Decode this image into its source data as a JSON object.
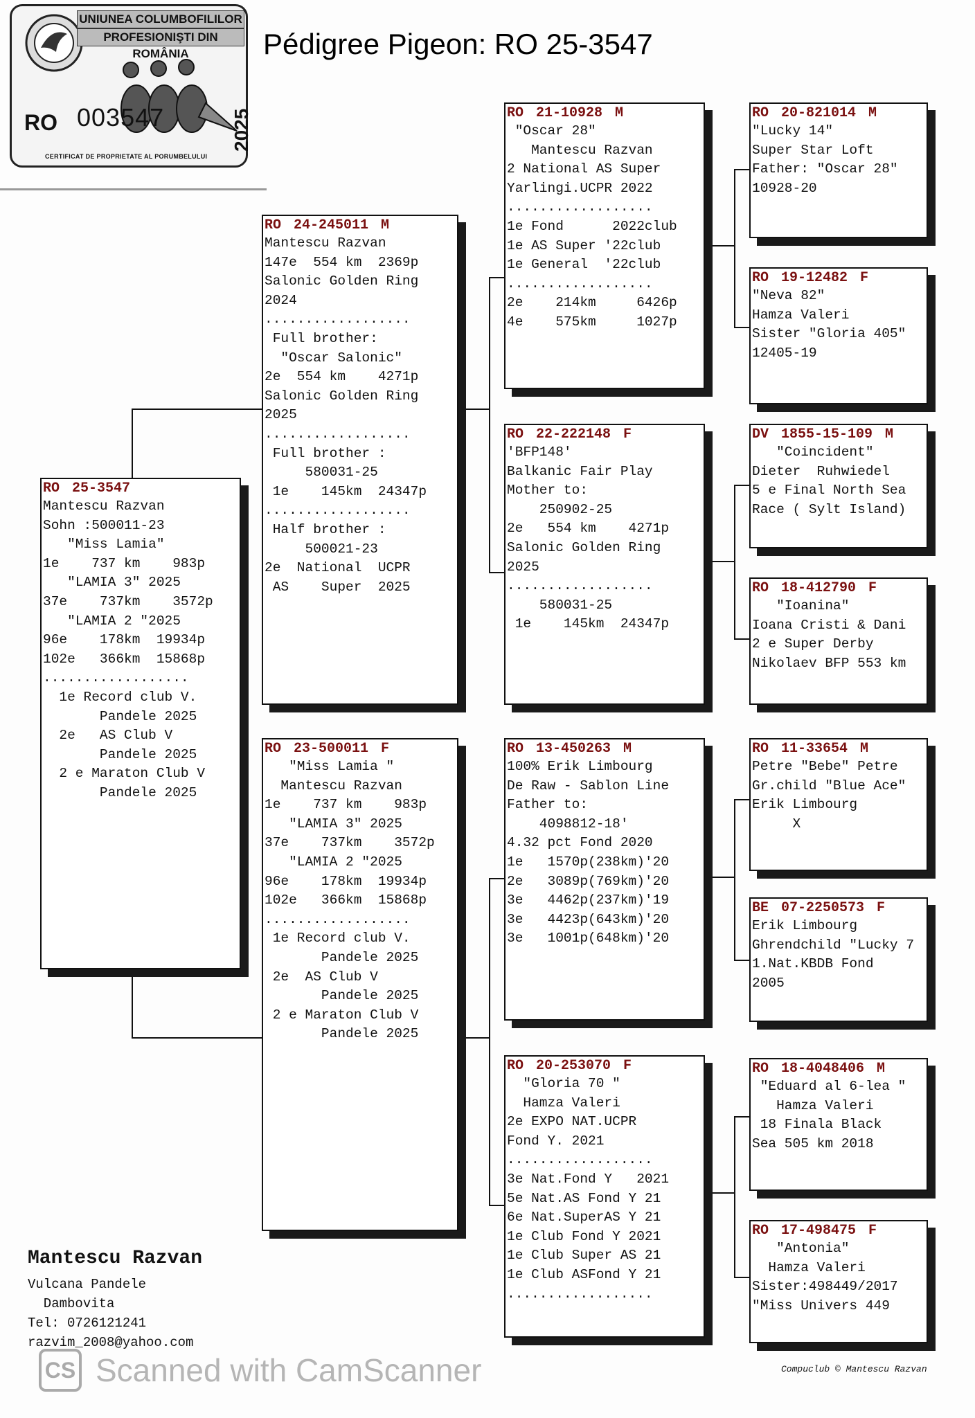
{
  "stamp": {
    "line1": "UNIUNEA COLUMBOFILILOR",
    "line2": "PROFESIONIŞTI DIN ROMÂNIA",
    "country": "RO",
    "number": "003547",
    "year": "2025",
    "certificate": "CERTIFICAT DE PROPRIETATE AL PORUMBELULUI"
  },
  "title": "Pédigree Pigeon: RO  25-3547",
  "boxes": {
    "main": {
      "country": "RO",
      "ring": "25-3547",
      "sex": "",
      "lines": [
        "",
        "Mantescu Razvan",
        "",
        "Sohn :500011-23",
        "   \"Miss Lamia\"",
        "1e    737 km    983p",
        "   \"LAMIA 3\" 2025",
        "37e    737km    3572p",
        "   \"LAMIA 2 \"2025",
        "96e    178km  19934p",
        "102e   366km  15868p",
        "..................",
        "  1e Record club V.",
        "       Pandele 2025",
        "  2e   AS Club V",
        "       Pandele 2025",
        "  2 e Maraton Club V",
        "       Pandele 2025"
      ]
    },
    "sire": {
      "country": "RO",
      "ring": "24-245011",
      "sex": "M",
      "lines": [
        "",
        "Mantescu Razvan",
        "",
        "147e  554 km  2369p",
        "Salonic Golden Ring",
        "2024",
        "..................",
        " Full brother:",
        "  \"Oscar Salonic\"",
        "2e  554 km    4271p",
        "Salonic Golden Ring",
        "2025",
        "..................",
        " Full brother :",
        "     580031-25",
        " 1e    145km  24347p",
        "..................",
        " Half brother :",
        "     500021-23",
        "2e  National  UCPR",
        " AS    Super  2025"
      ]
    },
    "dam": {
      "country": "RO",
      "ring": "23-500011",
      "sex": "F",
      "lines": [
        "   \"Miss Lamia \"",
        "  Mantescu Razvan",
        "",
        "",
        "1e    737 km    983p",
        "   \"LAMIA 3\" 2025",
        "37e    737km    3572p",
        "   \"LAMIA 2 \"2025",
        "96e    178km  19934p",
        "102e   366km  15868p",
        "..................",
        " 1e Record club V.",
        "       Pandele 2025",
        " 2e  AS Club V",
        "       Pandele 2025",
        " 2 e Maraton Club V",
        "       Pandele 2025"
      ]
    },
    "ss": {
      "country": "RO",
      "ring": "21-10928",
      "sex": "M",
      "lines": [
        " \"Oscar 28\"",
        "   Mantescu Razvan",
        "",
        "",
        "2 National AS Super",
        "Yarlingi.UCPR 2022",
        "..................",
        "1e Fond      2022club",
        "1e AS Super '22club",
        "1e General  '22club",
        "..................",
        "2e    214km     6426p",
        "4e    575km     1027p"
      ]
    },
    "sd": {
      "country": "RO",
      "ring": "22-222148",
      "sex": "F",
      "lines": [
        "'BFP148'",
        "Balkanic Fair Play",
        "",
        "",
        "Mother to:",
        "",
        "    250902-25",
        "2e   554 km    4271p",
        "Salonic Golden Ring",
        "2025",
        "..................",
        "    580031-25",
        " 1e    145km  24347p"
      ]
    },
    "ds": {
      "country": "RO",
      "ring": "13-450263",
      "sex": "M",
      "lines": [
        "100% Erik Limbourg",
        "De Raw - Sablon Line",
        "",
        "Father to:",
        "    4098812-18'",
        "",
        "4.32 pct Fond 2020",
        "",
        "1e   1570p(238km)'20",
        "2e   3089p(769km)'20",
        "3e   4462p(237km)'19",
        "3e   4423p(643km)'20",
        "3e   1001p(648km)'20"
      ]
    },
    "dd": {
      "country": "RO",
      "ring": "20-253070",
      "sex": "F",
      "lines": [
        "  \"Gloria 70 \"",
        "  Hamza Valeri",
        "",
        "2e EXPO NAT.UCPR",
        "Fond Y. 2021",
        "..................",
        "3e Nat.Fond Y   2021",
        "5e Nat.AS Fond Y 21",
        "6e Nat.SuperAS Y 21",
        "1e Club Fond Y 2021",
        "1e Club Super AS 21",
        "1e Club ASFond Y 21",
        ".................."
      ]
    },
    "sss": {
      "country": "RO",
      "ring": "20-821014",
      "sex": "M",
      "lines": [
        "\"Lucky 14\"",
        "Super Star Loft",
        "",
        "Father: \"Oscar 28\"",
        "10928-20"
      ]
    },
    "ssd": {
      "country": "RO",
      "ring": "19-12482",
      "sex": "F",
      "lines": [
        "\"Neva 82\"",
        "Hamza Valeri",
        "",
        "Sister \"Gloria 405\"",
        "12405-19"
      ]
    },
    "sds": {
      "country": "DV",
      "ring": "1855-15-109",
      "sex": "M",
      "lines": [
        "   \"Coincident\"",
        "Dieter  Ruhwiedel",
        "",
        "5 e Final North Sea",
        "Race ( Sylt Island)"
      ]
    },
    "sdd": {
      "country": "RO",
      "ring": "18-412790",
      "sex": "F",
      "lines": [
        "   \"Ioanina\"",
        "Ioana Cristi & Dani",
        "",
        "2 e Super Derby",
        "Nikolaev BFP 553 km"
      ]
    },
    "dss": {
      "country": "RO",
      "ring": "11-33654",
      "sex": "M",
      "lines": [
        "",
        "Petre \"Bebe\" Petre",
        "Gr.child \"Blue Ace\"",
        "Erik Limbourg",
        "     X"
      ]
    },
    "dsd": {
      "country": "BE",
      "ring": "07-2250573",
      "sex": "F",
      "lines": [
        "",
        "Erik Limbourg",
        "Ghrendchild \"Lucky 7",
        "1.Nat.KBDB Fond",
        "2005"
      ]
    },
    "dds": {
      "country": "RO",
      "ring": "18-4048406",
      "sex": "M",
      "lines": [
        " \"Eduard al 6-lea \"",
        "   Hamza Valeri",
        "",
        " 18 Finala Black",
        "Sea 505 km 2018"
      ]
    },
    "ddd": {
      "country": "RO",
      "ring": "17-498475",
      "sex": "F",
      "lines": [
        "   \"Antonia\"",
        "  Hamza Valeri",
        "",
        "Sister:498449/2017",
        "\"Miss Univers 449"
      ]
    }
  },
  "footer": {
    "name": "Mantescu Razvan",
    "address1": "Vulcana Pandele",
    "address2": "  Dambovita",
    "phone": "Tel: 0726121241",
    "email": "razvim_2008@yahoo.com"
  },
  "scanner": {
    "badge": "CS",
    "text": "Scanned with CamScanner"
  },
  "copyright": "Compuclub © Mantescu Razvan",
  "colors": {
    "ring": "#7a1010",
    "shadow": "#1a1a1a"
  }
}
